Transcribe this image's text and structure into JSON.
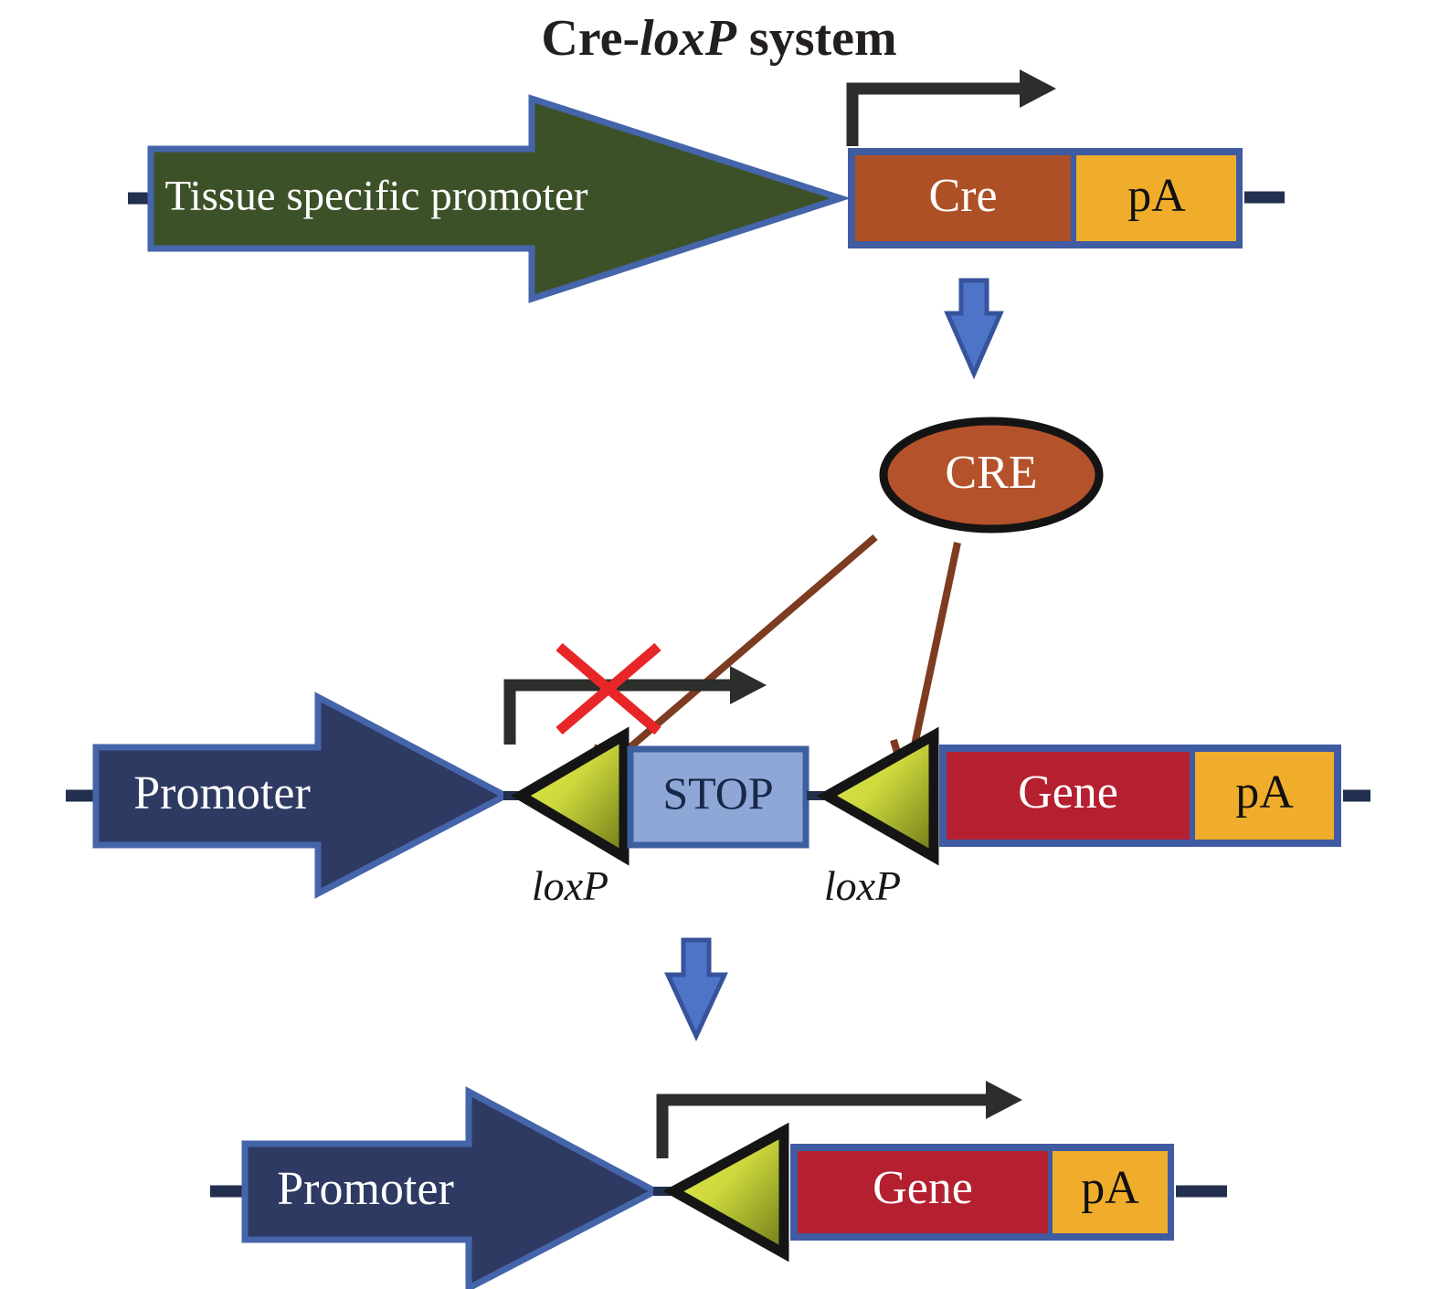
{
  "title": {
    "part1": "Cre-",
    "part2": "loxP",
    "part3": " system"
  },
  "top_construct": {
    "promoter_label": "Tissue specific promoter",
    "gene_label": "Cre",
    "polya_label": "pA"
  },
  "cre_protein": {
    "label": "CRE"
  },
  "floxed_construct": {
    "promoter_label": "Promoter",
    "stop_label": "STOP",
    "loxp_left_label": "loxP",
    "loxp_right_label": "loxP",
    "gene_label": "Gene",
    "polya_label": "pA"
  },
  "recombined_construct": {
    "promoter_label": "Promoter",
    "gene_label": "Gene",
    "polya_label": "pA"
  },
  "colors": {
    "tissue_promoter_green": "#3d5129",
    "promoter_navy": "#2e3a62",
    "box_border_blue": "#4565aa",
    "cassette_frame_blue": "#3f5ba2",
    "cre_brown": "#ad5026",
    "cre_ellipse_brown": "#b4522b",
    "polya_gold": "#f0ad2b",
    "gene_red": "#b52030",
    "stop_fill": "#8fa7d6",
    "stop_border": "#3c5fa0",
    "loxp_yellow": "#d8e23e",
    "dna_line_navy": "#222f4e",
    "transcription_arrow_dark": "#2b2e2a",
    "blocked_x_red": "#e82527",
    "process_arrow_blue": "#4e74c8",
    "cre_action_brown": "#7d3b22"
  }
}
